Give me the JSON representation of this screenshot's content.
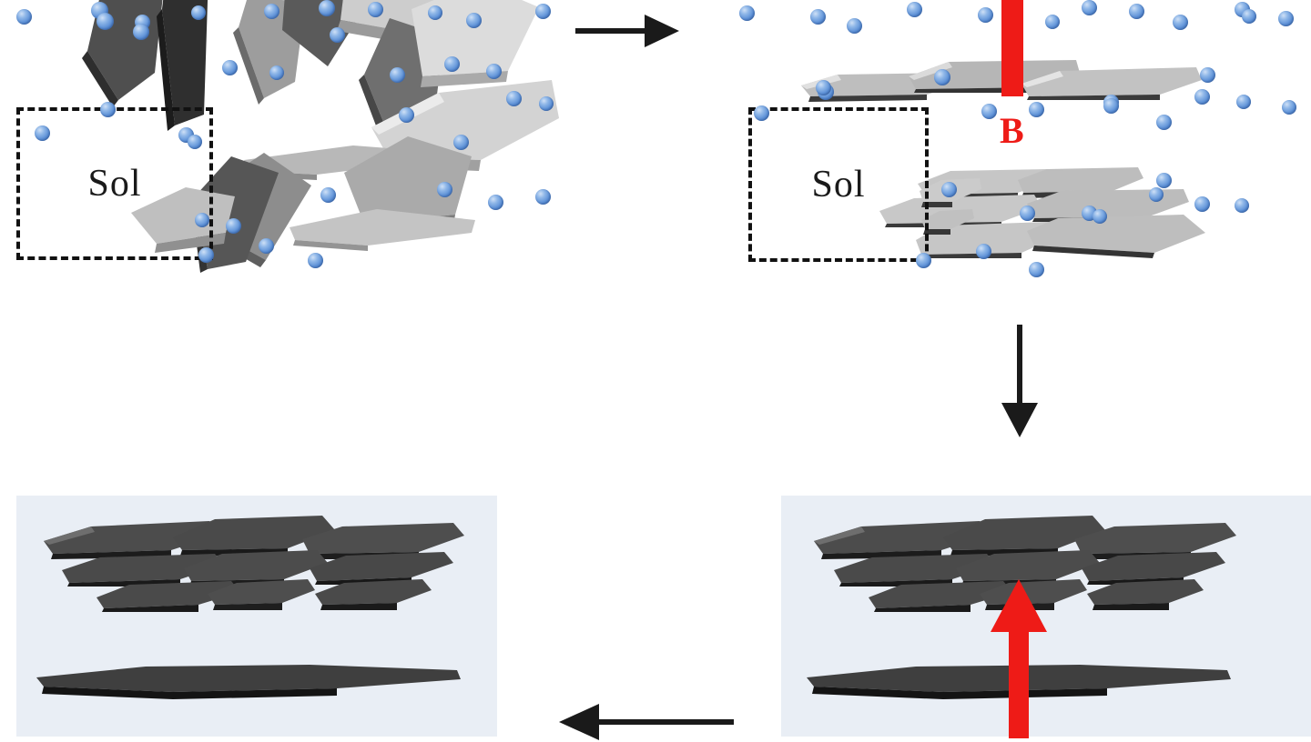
{
  "figure": {
    "title": "Magnetic-field-induced alignment of 2D nanoflakes in sol-gel cycle",
    "type": "process-cycle-schematic",
    "panel_count": 4,
    "colors": {
      "field_red": "#ee1b17",
      "ion_blue": "#5b8fd6",
      "gel_background": "#e9eef5",
      "flake_light": "#c9c9c9",
      "flake_dark": "#4a4a4a",
      "arrow_black": "#1a1a1a",
      "sol_border": "#111111"
    }
  },
  "panels": {
    "top_left": {
      "name": "randomly-oriented-sol",
      "sol_label": "Sol",
      "flake_state": "randomly oriented",
      "ion_count": 34,
      "flake_count": 14,
      "has_field": false,
      "has_gel_background": false
    },
    "top_right": {
      "name": "field-aligned-sol",
      "sol_label": "Sol",
      "field_label": "B",
      "flake_state": "magnetically aligned horizontal",
      "ion_count": 36,
      "flake_count": 12,
      "has_field": true,
      "has_gel_background": false
    },
    "bottom_right": {
      "name": "gelled-aligned-with-field",
      "flake_state": "aligned, gelled",
      "flake_count": 10,
      "has_field": true,
      "has_gel_background": true
    },
    "bottom_left": {
      "name": "gelled-aligned-field-removed",
      "flake_state": "aligned, gelled, field removed",
      "flake_count": 10,
      "has_field": false,
      "has_gel_background": true
    }
  },
  "arrows": [
    {
      "name": "arrow-top-right",
      "direction": "right",
      "color": "#1a1a1a",
      "from": "top_left",
      "to": "top_right"
    },
    {
      "name": "arrow-down",
      "direction": "down",
      "color": "#1a1a1a",
      "from": "top_right",
      "to": "bottom_right"
    },
    {
      "name": "arrow-bottom-left",
      "direction": "left",
      "color": "#1a1a1a",
      "from": "bottom_right",
      "to": "bottom_left"
    }
  ],
  "field_indicators": [
    {
      "name": "field-bar-top-right",
      "label": "B",
      "color": "#ee1b17",
      "orientation": "vertical-down"
    },
    {
      "name": "field-arrow-bottom-right",
      "label": "",
      "color": "#ee1b17",
      "orientation": "vertical-up"
    }
  ]
}
